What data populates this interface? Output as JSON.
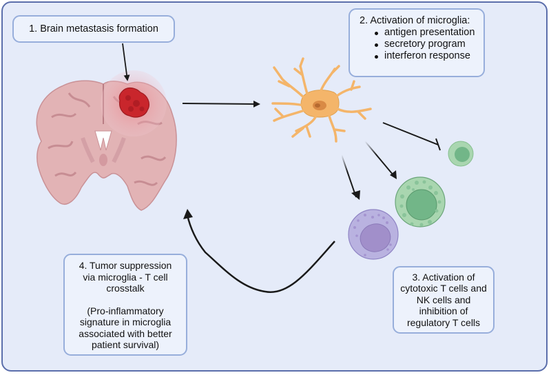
{
  "figure": {
    "type": "schematic",
    "steps": {
      "step1": {
        "label": "1.  Brain metastasis formation"
      },
      "step2": {
        "title": "2. Activation of microglia:",
        "bullets": [
          "antigen presentation",
          "secretory program",
          "interferon response"
        ]
      },
      "step3": {
        "lines": [
          "3. Activation of",
          "cytotoxic T cells and",
          "NK cells and",
          "inhibition of",
          "regulatory T cells"
        ]
      },
      "step4": {
        "lines": [
          "4. Tumor suppression",
          "via microglia - T cell",
          "crosstalk"
        ],
        "note_lines": [
          "(Pro-inflammatory",
          "signature in microglia",
          "associated with better",
          "patient survival)"
        ]
      }
    },
    "illustrations": {
      "brain": "brain-coronal-section",
      "tumor": "metastasis-tumor",
      "microglia": "activated-microglia-cell",
      "nk_cell": "nk-cell",
      "cytotoxic_t_cell": "cytotoxic-t-cell",
      "regulatory_t_cell": "regulatory-t-cell"
    },
    "colors": {
      "frame_border": "#5b6eab",
      "background": "#e5ebf9",
      "box_border": "#97aedb",
      "box_fill": "#edf2fc",
      "brain": "#e2b3b5",
      "tumor": "#c9262c",
      "microglia": "#f4b56a",
      "nk_cell": "#b9b2e0",
      "ctl_cell": "#a9d6b0",
      "treg_cell": "#a9d6b0",
      "arrow": "#1a1a1a"
    }
  }
}
